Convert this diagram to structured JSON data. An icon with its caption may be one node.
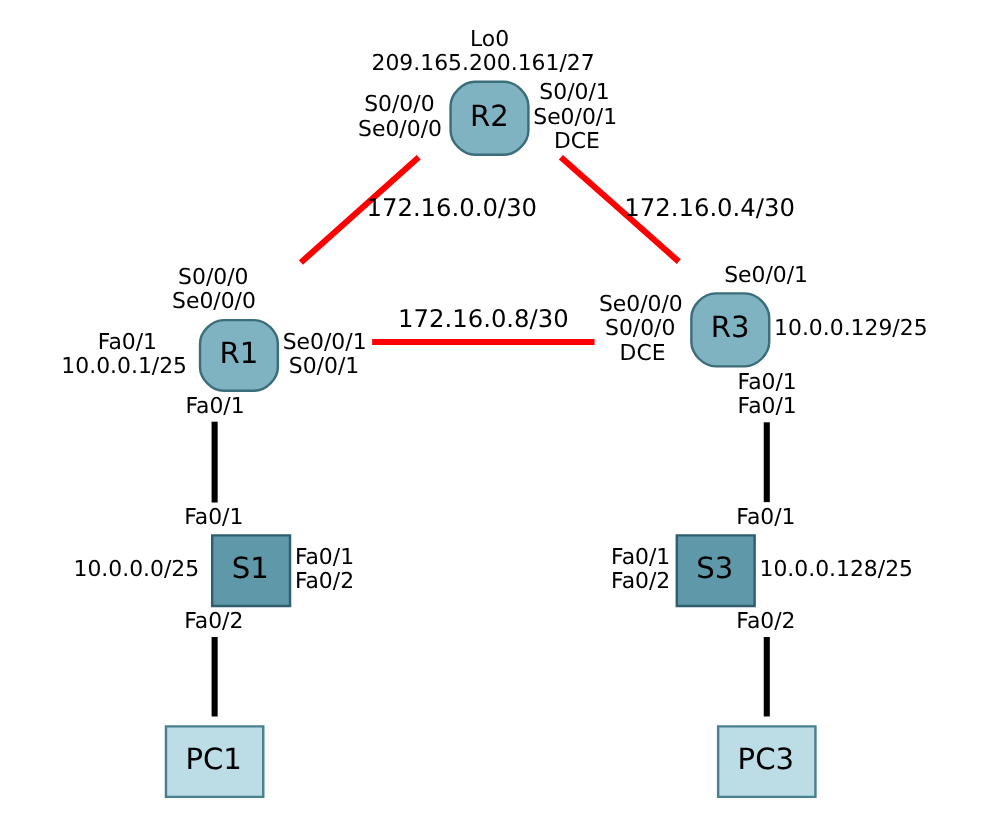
{
  "diagram": {
    "nodes": [
      {
        "text": [
          "R2"
        ],
        "beside": [
          "Lo0",
          "209.165.200.161/27",
          "S0/0/0",
          "Se0/0/0",
          "S0/0/1",
          "Se0/0/1",
          "DCE"
        ]
      },
      {
        "text": [
          "R1"
        ],
        "beside": [
          "S0/0/0",
          "Se0/0/0",
          "Se0/0/1",
          "S0/0/1",
          "Fa0/1",
          "Fa0/1",
          "10.0.0.1/25"
        ]
      },
      {
        "text": [
          "R3"
        ],
        "beside": [
          "Se0/0/1",
          "Se0/0/0",
          "S0/0/0",
          "Fa0/1",
          "Fa0/1",
          "DCE",
          "10.0.0.129/25"
        ]
      },
      {
        "text": [
          "S1"
        ],
        "beside": [
          "Fa0/1",
          "Fa0/1",
          "10.0.0.0/25",
          "Fa0/2",
          "Fa0/2"
        ]
      },
      {
        "text": [
          "S3"
        ],
        "beside": [
          "Fa0/1",
          "Fa0/1",
          "10.0.0.128/25",
          "Fa0/2",
          "Fa0/2"
        ]
      },
      {
        "text": [
          "PC1"
        ]
      },
      {
        "text": [
          "PC3"
        ]
      }
    ],
    "edges": [
      {
        "from": 0,
        "to": 1,
        "arrow": "none",
        "label": "172.16.0.0/30",
        "color": "#ff0000"
      },
      {
        "from": 0,
        "to": 2,
        "arrow": "none",
        "label": "172.16.0.4/30",
        "color": "#ff0000"
      },
      {
        "from": 1,
        "to": 2,
        "arrow": "none",
        "label": "172.16.0.8/30",
        "color": "#ff0000"
      },
      {
        "from": 1,
        "to": 3,
        "arrow": "none"
      },
      {
        "from": 2,
        "to": 4,
        "arrow": "none"
      },
      {
        "from": 3,
        "to": 5,
        "arrow": "none"
      },
      {
        "from": 4,
        "to": 6,
        "arrow": "none"
      }
    ]
  }
}
